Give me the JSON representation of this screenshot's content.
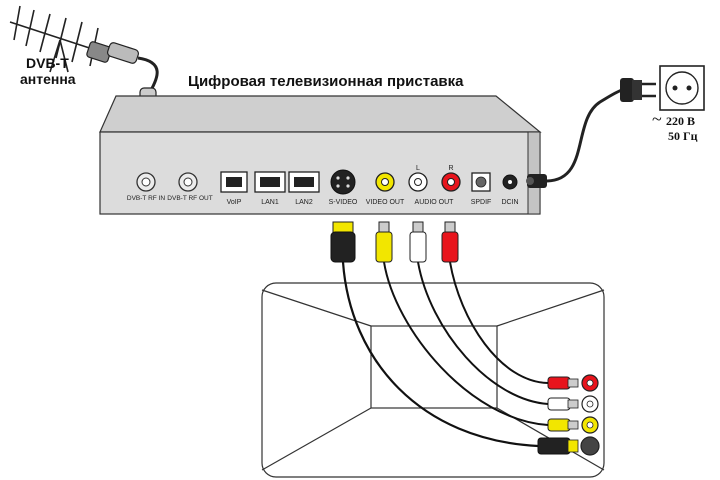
{
  "antenna": {
    "label_line1": "DVB-T",
    "label_line2": "антенна"
  },
  "title": "Цифровая телевизионная приставка",
  "ports": {
    "rf_in": "DVB-T RF IN",
    "rf_out": "DVB-T RF OUT",
    "voip": "VoIP",
    "lan1": "LAN1",
    "lan2": "LAN2",
    "svideo": "S-VIDEO",
    "video_out": "VIDEO OUT",
    "audio_out": "AUDIO OUT",
    "audio_l": "L",
    "audio_r": "R",
    "spdif": "SPDIF",
    "dcin": "DCIN"
  },
  "power": {
    "voltage": "220 В",
    "frequency": "50 Гц",
    "tilde": "~"
  },
  "colors": {
    "box_face": "#d9d9d9",
    "box_top": "#c8c8c8",
    "yellow": "#f2e600",
    "red": "#e8141c",
    "white": "#ffffff",
    "black": "#1a1a1a"
  }
}
